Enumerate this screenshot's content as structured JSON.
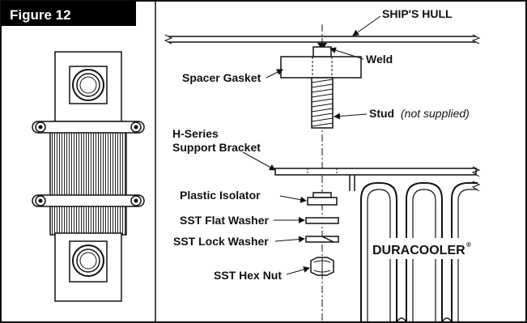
{
  "figure": {
    "title": "Figure 12"
  },
  "labels": {
    "ships_hull": "SHIP'S HULL",
    "weld": "Weld",
    "spacer_gasket": "Spacer Gasket",
    "stud": "Stud",
    "stud_note": "(not supplied)",
    "bracket_line1": "H-Series",
    "bracket_line2": "Support Bracket",
    "plastic_isolator": "Plastic Isolator",
    "flat_washer": "SST Flat Washer",
    "lock_washer": "SST Lock Washer",
    "hex_nut": "SST Hex Nut",
    "brand": "DURACOOLER",
    "brand_mark": "®"
  }
}
